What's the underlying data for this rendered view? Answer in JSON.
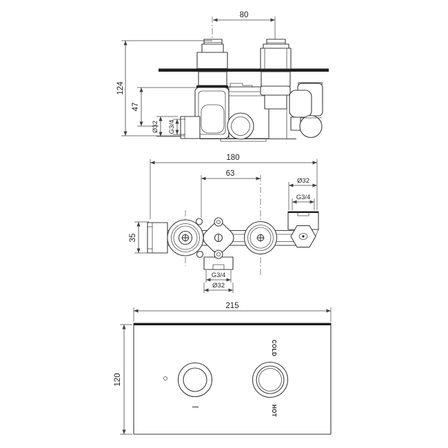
{
  "drawing": {
    "title": "thermostatic-valve-technical-drawing",
    "line_color": "#3a3a3a",
    "text_color": "#1f1f1f",
    "views": {
      "side": {
        "dims": {
          "port_spacing": "80",
          "overall_height": "124",
          "plate_to_inlet": "47",
          "inlet_od": "Ø32",
          "inlet_thread": "G3/4"
        }
      },
      "front": {
        "dims": {
          "overall_width": "180",
          "center_spacing": "63",
          "side_port_od": "Ø32",
          "side_port_thread": "G3/4",
          "body_height": "35",
          "bottom_port_thread": "G3/4",
          "bottom_port_od": "Ø32"
        }
      },
      "plate": {
        "dims": {
          "width": "215",
          "height": "120"
        },
        "labels": {
          "cold": "COLD",
          "hot": "HOT"
        }
      }
    }
  }
}
